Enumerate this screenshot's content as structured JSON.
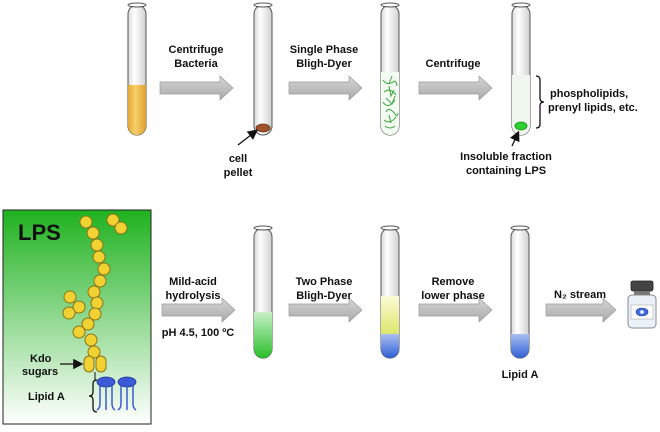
{
  "top_row": {
    "step1_label": [
      "Centrifuge",
      "Bacteria"
    ],
    "step2_label": [
      "Single Phase",
      "Bligh-Dyer"
    ],
    "step3_label": "Centrifuge",
    "pellet_label": [
      "cell",
      "pellet"
    ],
    "supernatant_label": [
      "phospholipids,",
      "prenyl lipids, etc."
    ],
    "insoluble_label": [
      "Insoluble fraction",
      "containing LPS"
    ]
  },
  "lps_panel": {
    "title": "LPS",
    "kdo_label": [
      "Kdo",
      "sugars"
    ],
    "lipid_a_label": "Lipid A"
  },
  "bottom_row": {
    "step1_label": [
      "Mild-acid",
      "hydrolysis"
    ],
    "step1_condition": "pH 4.5, 100 ºC",
    "step2_label": [
      "Two Phase",
      "Bligh-Dyer"
    ],
    "step3_label": [
      "Remove",
      "lower phase"
    ],
    "step4_label": "N₂ stream",
    "product_label": "Lipid A"
  },
  "colors": {
    "culture": "#f0b840",
    "pellet": "#a0522d",
    "green_phase": "#3ec43e",
    "yellow_phase": "#e6ec7a",
    "blue_phase": "#3f6fd8",
    "arrow": "#bdbdbd",
    "sugar": "#f2d232",
    "lipid_head": "#3b5bd6"
  }
}
